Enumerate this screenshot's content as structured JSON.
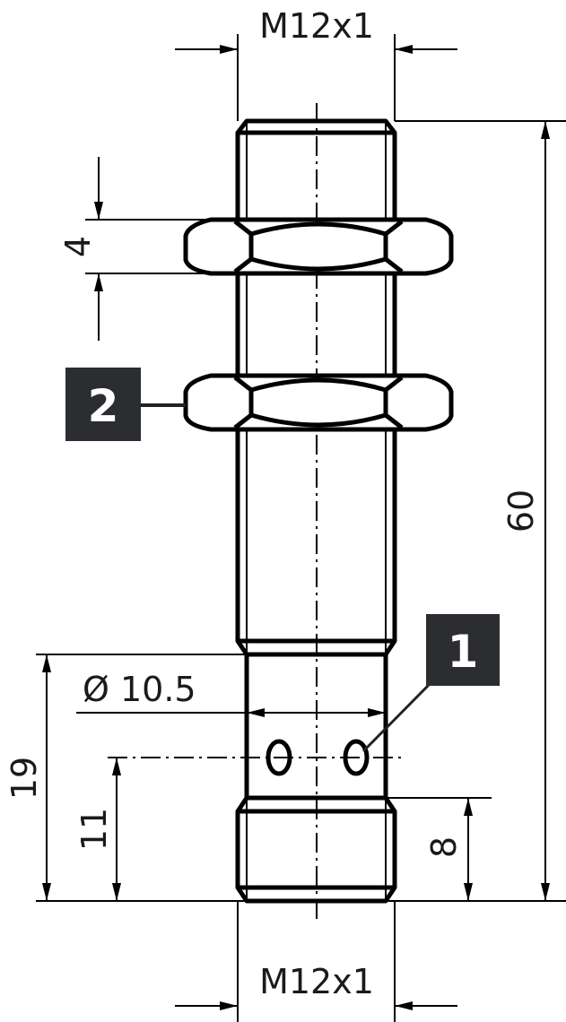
{
  "colors": {
    "line": "#000000",
    "badge_bg": "#2b2d30",
    "badge_text": "#ffffff"
  },
  "dimensions": {
    "thread_top": "M12x1",
    "thread_bottom": "M12x1",
    "nut_thickness": "4",
    "total_length": "60",
    "unthreaded_to_end": "19",
    "diameter": "Ø 10.5",
    "hole_height": "11",
    "bottom_thread_length": "8"
  },
  "callouts": [
    {
      "label": "1"
    },
    {
      "label": "2"
    }
  ]
}
